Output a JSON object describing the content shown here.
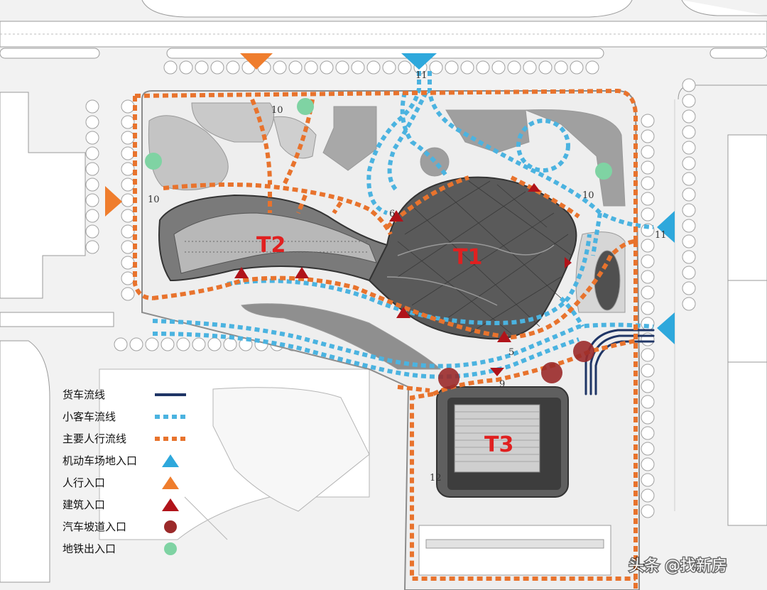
{
  "buildings": {
    "t1": "T1",
    "t2": "T2",
    "t3": "T3"
  },
  "markers": {
    "n10a": "10",
    "n10b": "10",
    "n10c": "10",
    "n11a": "11",
    "n11b": "11",
    "n6": "6",
    "n5": "5",
    "n9": "9",
    "n12": "12"
  },
  "legend": {
    "items": [
      {
        "label": "货车流线",
        "icon": "solid-line",
        "color": "#1f3566"
      },
      {
        "label": "小客车流线",
        "icon": "dashed-line",
        "color": "#4bb3e0"
      },
      {
        "label": "主要人行流线",
        "icon": "dashed-line",
        "color": "#e8732d"
      },
      {
        "label": "机动车场地入口",
        "icon": "triangle",
        "color": "#2ea8dc"
      },
      {
        "label": "人行入口",
        "icon": "triangle",
        "color": "#ef7d2d"
      },
      {
        "label": "建筑入口",
        "icon": "triangle",
        "color": "#b0131a"
      },
      {
        "label": "汽车坡道入口",
        "icon": "circle",
        "color": "#9b2a2a"
      },
      {
        "label": "地铁出入口",
        "icon": "circle",
        "color": "#7fd3a3"
      }
    ]
  },
  "watermark": "头条 @找新房",
  "colors": {
    "truck": "#1f3566",
    "car": "#4bb3e0",
    "pedestrian": "#e8732d",
    "vehicle_entry": "#2ea8dc",
    "pedestrian_entry": "#ef7d2d",
    "building_entry": "#b0131a",
    "ramp": "#9b2a2a",
    "metro": "#7fd3a3"
  }
}
